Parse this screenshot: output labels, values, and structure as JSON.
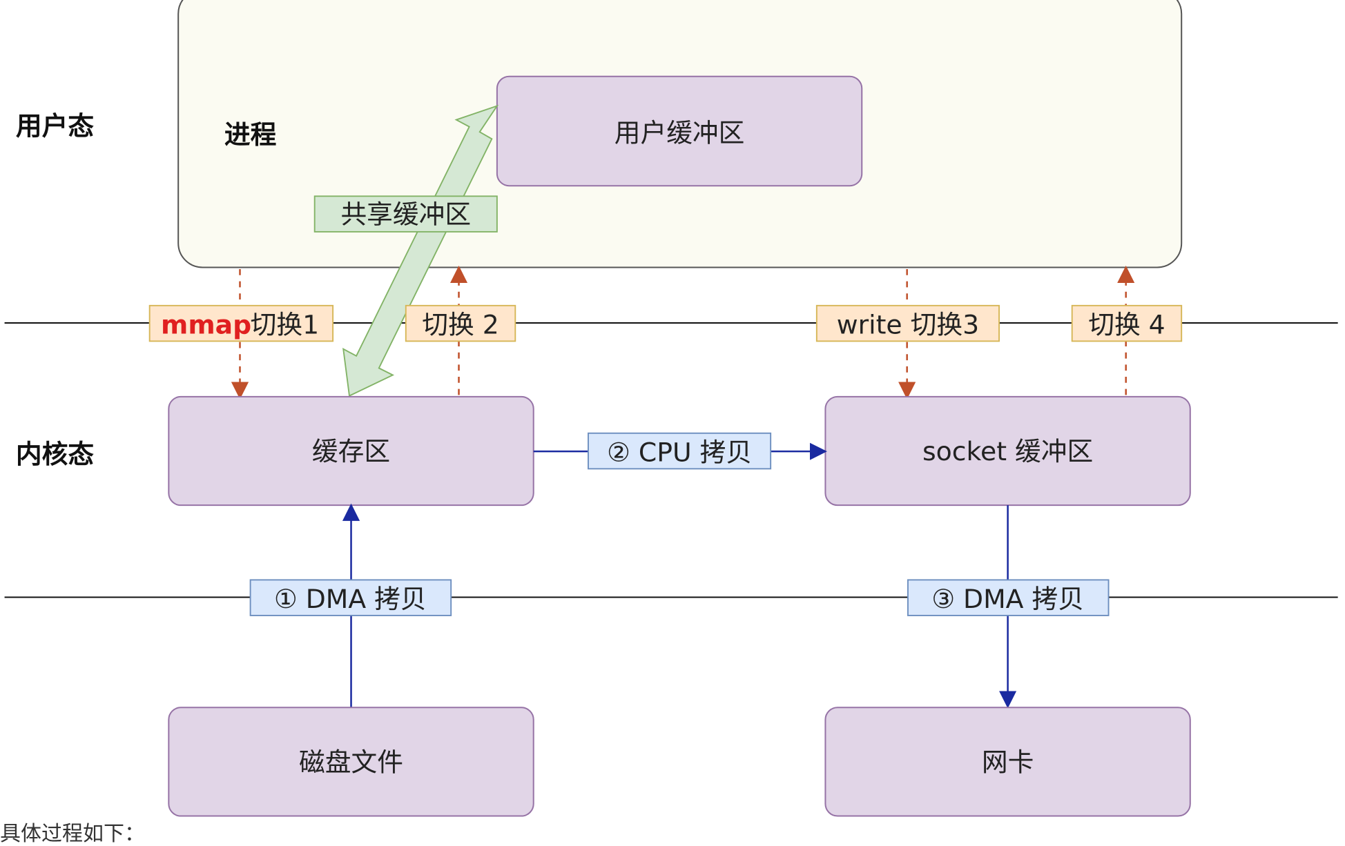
{
  "labels": {
    "user_mode": "用户态",
    "kernel_mode": "内核态",
    "process": "进程"
  },
  "boxes": {
    "user_buffer": "用户缓冲区",
    "shared_buffer": "共享缓冲区",
    "page_cache": "缓存区",
    "socket_buffer": "socket 缓冲区",
    "disk_file": "磁盘文件",
    "nic": "网卡"
  },
  "switches": {
    "s1_prefix": "mmap",
    "s1": "切换1",
    "s2": "切换 2",
    "s3": "write 切换3",
    "s4": "切换 4"
  },
  "copies": {
    "dma1": "① DMA 拷贝",
    "cpu2": "② CPU 拷贝",
    "dma3": "③ DMA 拷贝"
  },
  "footer": "具体过程如下：",
  "colors": {
    "process_fill": "#fbfbf2",
    "box_fill": "#e1d5e7",
    "switch_fill": "#ffe6cc",
    "copy_fill": "#dae8fc",
    "shared_fill": "#d5e8d4",
    "mmap_text": "#e02020",
    "dma_arrow": "#1a2aa0",
    "switch_arrow": "#c0502a"
  }
}
